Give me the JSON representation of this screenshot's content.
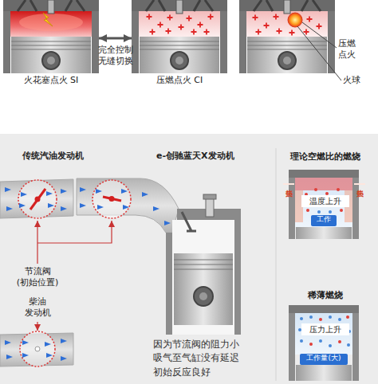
{
  "diagram": {
    "nodes": [
      {
        "text": [
          "火花塞点火 SI"
        ]
      },
      {
        "text": [
          "压燃点火 CI"
        ]
      },
      {
        "text": [
          "理论空燃比的燃烧",
          "温度上升",
          "热损失",
          "热损失",
          "工作"
        ]
      },
      {
        "text": [
          "稀薄燃烧",
          "压力上升",
          "工作量(大)"
        ]
      }
    ],
    "edges": [
      {
        "from": 0,
        "to": 1,
        "arrow": "both",
        "label": "完全控制 无缝切换"
      }
    ],
    "labels": [
      "压燃 点火",
      "火球",
      "传统汽油发动机",
      "e-创驰蓝天X发动机",
      "节流阀 (初始位置)",
      "柴油 发动机",
      "因为节流阀的阻力小 吸气至气缸没有延迟 初始反应良好"
    ]
  }
}
